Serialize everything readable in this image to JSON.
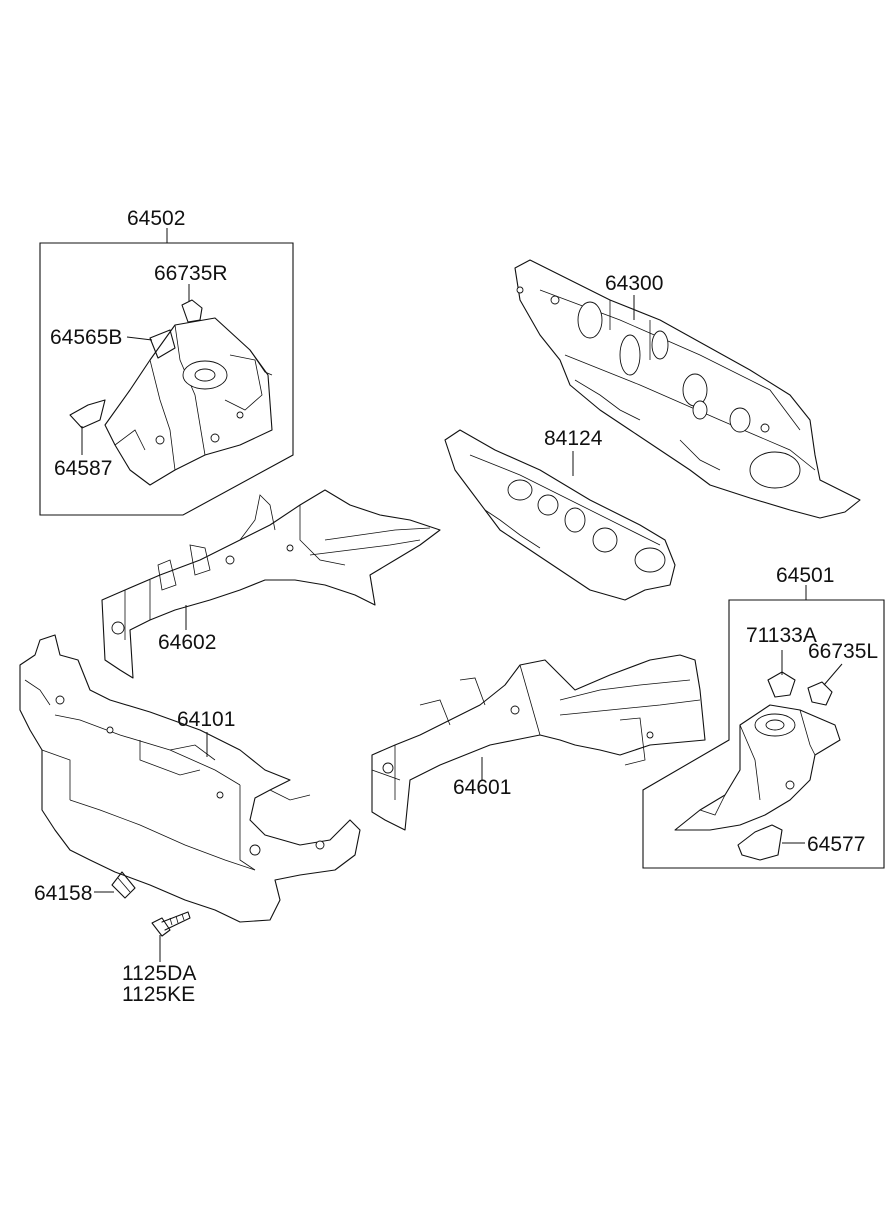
{
  "labels": {
    "p64502": "64502",
    "p66735R": "66735R",
    "p64565B": "64565B",
    "p64587": "64587",
    "p64300": "64300",
    "p84124": "84124",
    "p64602": "64602",
    "p64501": "64501",
    "p71133A": "71133A",
    "p66735L": "66735L",
    "p64101": "64101",
    "p64601": "64601",
    "p64577": "64577",
    "p64158": "64158",
    "p1125DA": "1125DA",
    "p1125KE": "1125KE"
  }
}
